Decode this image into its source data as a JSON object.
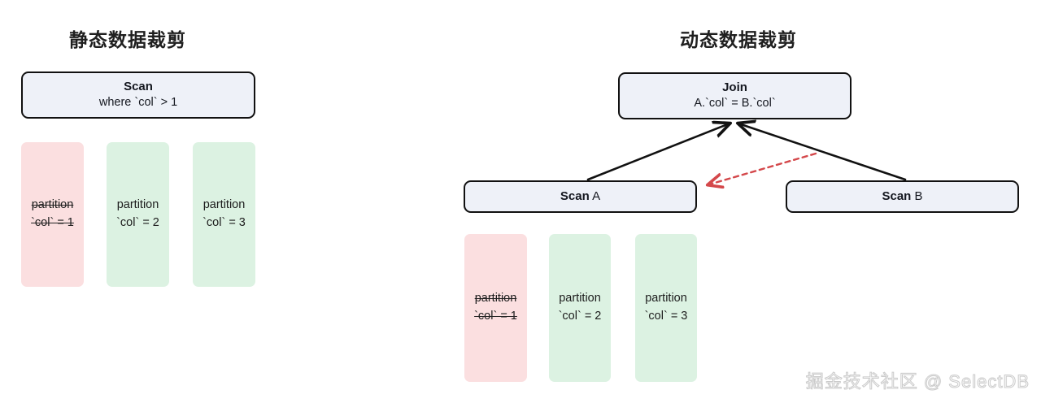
{
  "diagram": {
    "left_panel": {
      "title": "静态数据裁剪",
      "operator": {
        "name": "Scan",
        "detail": "where `col` > 1"
      },
      "partitions": [
        {
          "line1": "partition",
          "line2": "`col` = 1",
          "state": "pruned"
        },
        {
          "line1": "partition",
          "line2": "`col` = 2",
          "state": "kept"
        },
        {
          "line1": "partition",
          "line2": "`col` = 3",
          "state": "kept"
        }
      ]
    },
    "right_panel": {
      "title": "动态数据裁剪",
      "join": {
        "name": "Join",
        "detail": "A.`col` = B.`col`"
      },
      "scan_a": {
        "name": "Scan",
        "alias": "A"
      },
      "scan_b": {
        "name": "Scan",
        "alias": "B"
      },
      "partitions": [
        {
          "line1": "partition",
          "line2": "`col` = 1",
          "state": "pruned"
        },
        {
          "line1": "partition",
          "line2": "`col` = 2",
          "state": "kept"
        },
        {
          "line1": "partition",
          "line2": "`col` = 3",
          "state": "kept"
        }
      ]
    },
    "edges": [
      {
        "from": "Scan A",
        "to": "Join",
        "style": "solid",
        "color": "#111111"
      },
      {
        "from": "Scan B",
        "to": "Join",
        "style": "solid",
        "color": "#111111"
      },
      {
        "from": "Scan B",
        "to": "Scan A",
        "style": "dashed",
        "color": "#d4484b"
      }
    ],
    "colors": {
      "box_fill": "#eef1f8",
      "box_border": "#111111",
      "partition_kept": "#dcf2e2",
      "partition_pruned": "#fbdfe0",
      "runtime_filter_arrow": "#d4484b",
      "background": "#ffffff"
    }
  },
  "watermark": {
    "text": "掘金技术社区 @ SelectDB"
  }
}
